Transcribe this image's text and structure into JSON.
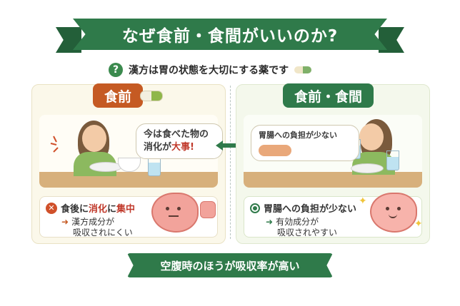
{
  "header": {
    "title": "なぜ食前・食間がいいのか?"
  },
  "subtitle": {
    "text": "漢方は胃の状態を大切にする薬です"
  },
  "left_panel": {
    "tag": "食前",
    "bubble": {
      "line1": "今は食べた物の",
      "line2_prefix": "消化が",
      "line2_emphasis": "大事!"
    },
    "result": {
      "title_prefix": "食後に",
      "title_mid1": "消化",
      "title_mid2": "に",
      "title_mid3": "集中",
      "line1": "漢方成分が",
      "line2": "吸収されにくい"
    }
  },
  "right_panel": {
    "tag": "食前・食間",
    "bubble": {
      "line1": "胃腸への負担が少ない"
    },
    "result": {
      "title": "胃腸への負担が少ない",
      "line1": "有効成分が",
      "line2": "吸収されやすい"
    }
  },
  "conclusion": {
    "text": "空腹時のほうが吸収率が高い"
  },
  "colors": {
    "brand_green": "#2f7a4a",
    "warning_orange": "#c55a23",
    "warning_red": "#c0392b"
  },
  "icons": {
    "subtitle_icon": "question-icon",
    "bad_icon": "x-circle-icon",
    "good_icon": "check-circle-icon",
    "center": "double-arrow-icon"
  }
}
